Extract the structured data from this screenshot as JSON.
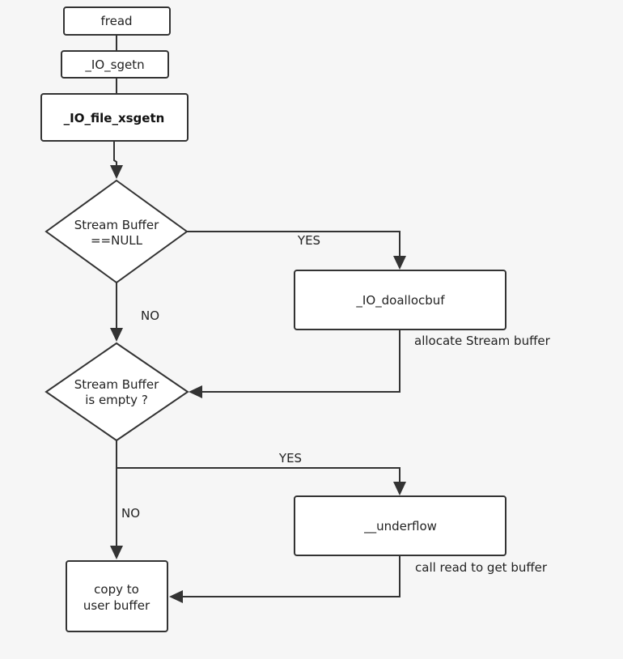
{
  "nodes": {
    "fread": "fread",
    "io_sgetn": "_IO_sgetn",
    "io_file_xsgetn": "_IO_file_xsgetn",
    "decision_null": {
      "line1": "Stream Buffer",
      "line2": "==NULL"
    },
    "io_doallocbuf": "_IO_doallocbuf",
    "decision_empty": {
      "line1": "Stream Buffer",
      "line2": "is empty ?"
    },
    "underflow": "__underflow",
    "copy": {
      "line1": "copy to",
      "line2": "user buffer"
    }
  },
  "edge_labels": {
    "null_yes": "YES",
    "null_no": "NO",
    "alloc_note": "allocate Stream buffer",
    "empty_yes": "YES",
    "empty_no": "NO",
    "underflow_note": "call read to get buffer"
  },
  "colors": {
    "stroke": "#333333",
    "background": "#f6f6f6",
    "box_fill": "#ffffff"
  }
}
